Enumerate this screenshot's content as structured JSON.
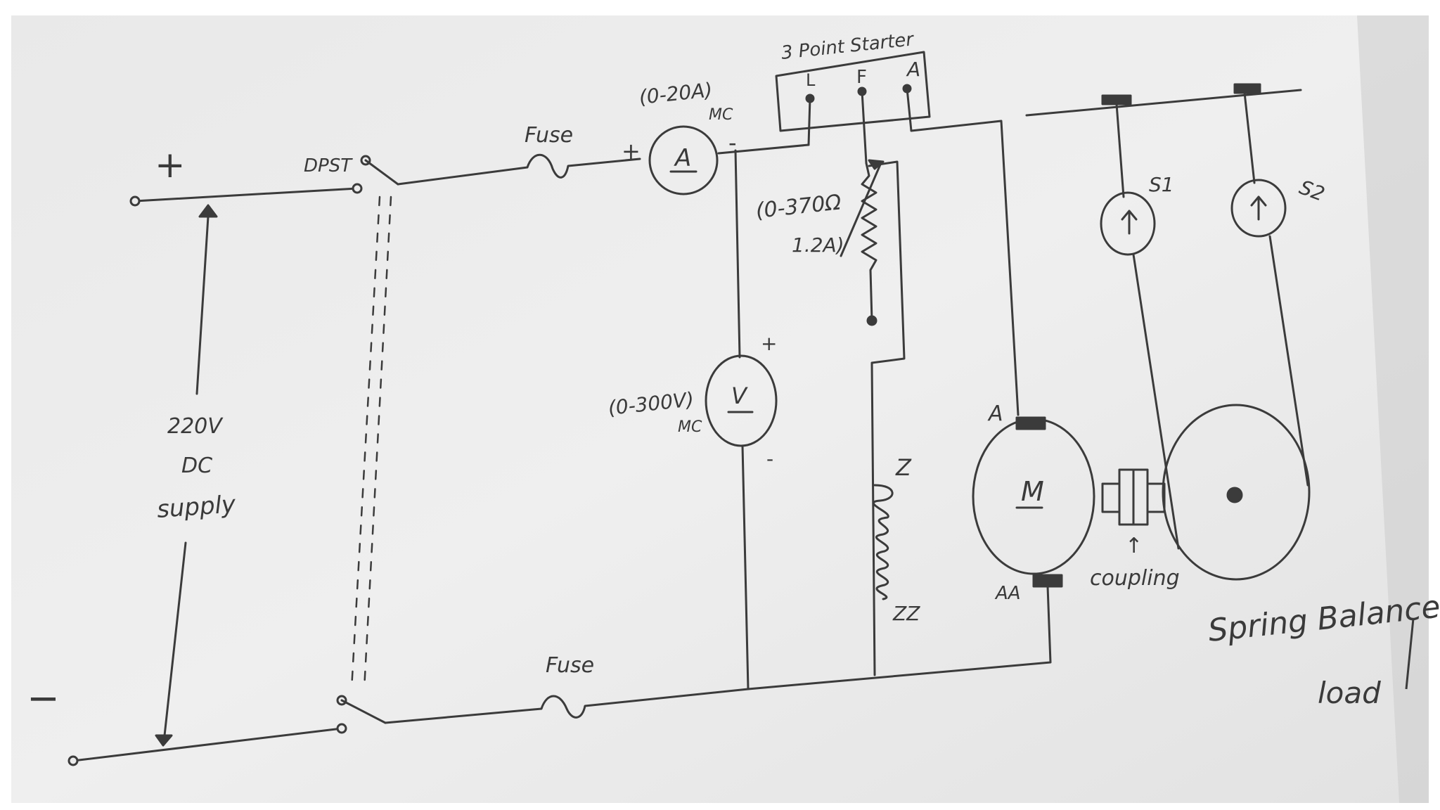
{
  "supply": {
    "plus_label": "+",
    "minus_label": "−",
    "voltage_label": "220V",
    "type_label": "DC",
    "supply_label": "supply",
    "switch_label": "DPST"
  },
  "fuse_top": {
    "label": "Fuse"
  },
  "fuse_bottom": {
    "label": "Fuse"
  },
  "ammeter": {
    "symbol": "A",
    "range_label": "(0-20A)",
    "type_label": "MC",
    "plus_label": "+",
    "minus_label": "-"
  },
  "voltmeter": {
    "symbol": "V",
    "range_label": "(0-300V)",
    "type_label": "MC",
    "plus_label": "+",
    "minus_label": "-"
  },
  "starter": {
    "title": "3 Point Starter",
    "terminal_l": "L",
    "terminal_f": "F",
    "terminal_a": "A"
  },
  "rheostat": {
    "range_label": "(0-370Ω",
    "current_label": "1.2A)"
  },
  "field": {
    "start_label": "Z",
    "end_label": "ZZ"
  },
  "motor": {
    "symbol": "M",
    "armature_top_label": "A",
    "armature_bottom_label": "AA"
  },
  "coupling": {
    "arrow": "↑",
    "label": "coupling"
  },
  "spring_balances": {
    "s1_label": "S1",
    "s2_label": "S2",
    "caption_line1": "Spring Balance",
    "caption_line2": "load"
  },
  "colors": {
    "ink": "#3b3b3b",
    "paper": "#ececec"
  }
}
